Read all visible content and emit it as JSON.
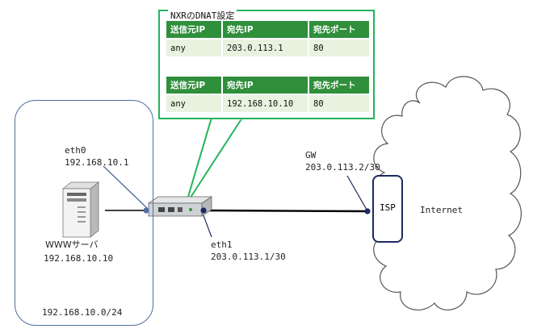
{
  "callout": {
    "title": "NXRのDNAT設定",
    "before": {
      "headers": [
        "送信元IP",
        "宛先IP",
        "宛先ポート"
      ],
      "row": [
        "any",
        "203.0.113.1",
        "80"
      ]
    },
    "after": {
      "headers": [
        "送信元IP",
        "宛先IP",
        "宛先ポート"
      ],
      "row": [
        "any",
        "192.168.10.10",
        "80"
      ]
    }
  },
  "router": {
    "eth0": {
      "name": "eth0",
      "ip": "192.168.10.1"
    },
    "eth1": {
      "name": "eth1",
      "ip": "203.0.113.1/30"
    }
  },
  "server": {
    "name": "WWWサーバ",
    "ip": "192.168.10.10"
  },
  "lan": {
    "network": "192.168.10.0/24"
  },
  "gateway": {
    "name": "GW",
    "ip": "203.0.113.2/30"
  },
  "isp": {
    "label": "ISP"
  },
  "internet": {
    "label": "Internet"
  },
  "colors": {
    "accent_green": "#22b45a",
    "header_green": "#2f8f3b",
    "lan_blue": "#4f6fa0",
    "link_navy": "#1c2a60"
  }
}
